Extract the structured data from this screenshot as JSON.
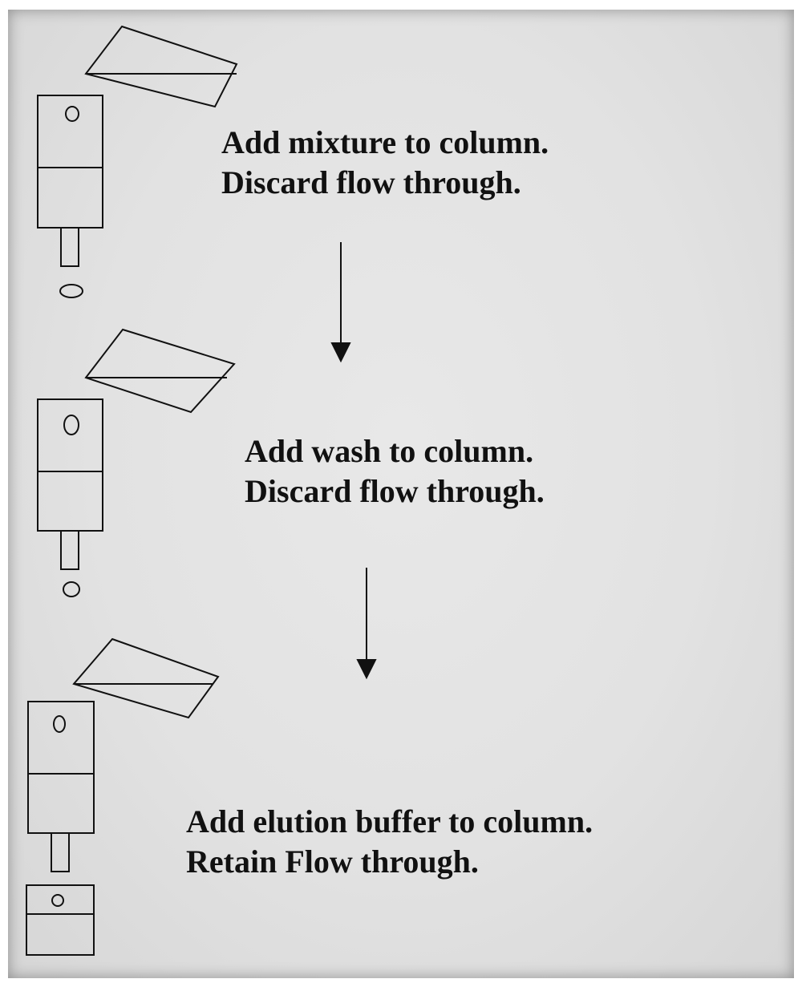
{
  "steps": [
    {
      "line1": "Add mixture to column.",
      "line2": "Discard flow through."
    },
    {
      "line1": "Add wash to column.",
      "line2": "Discard flow through."
    },
    {
      "line1": "Add elution buffer to column.",
      "line2": "Retain Flow through."
    }
  ],
  "colors": {
    "background": "#e3e3e3",
    "stroke": "#111111"
  }
}
